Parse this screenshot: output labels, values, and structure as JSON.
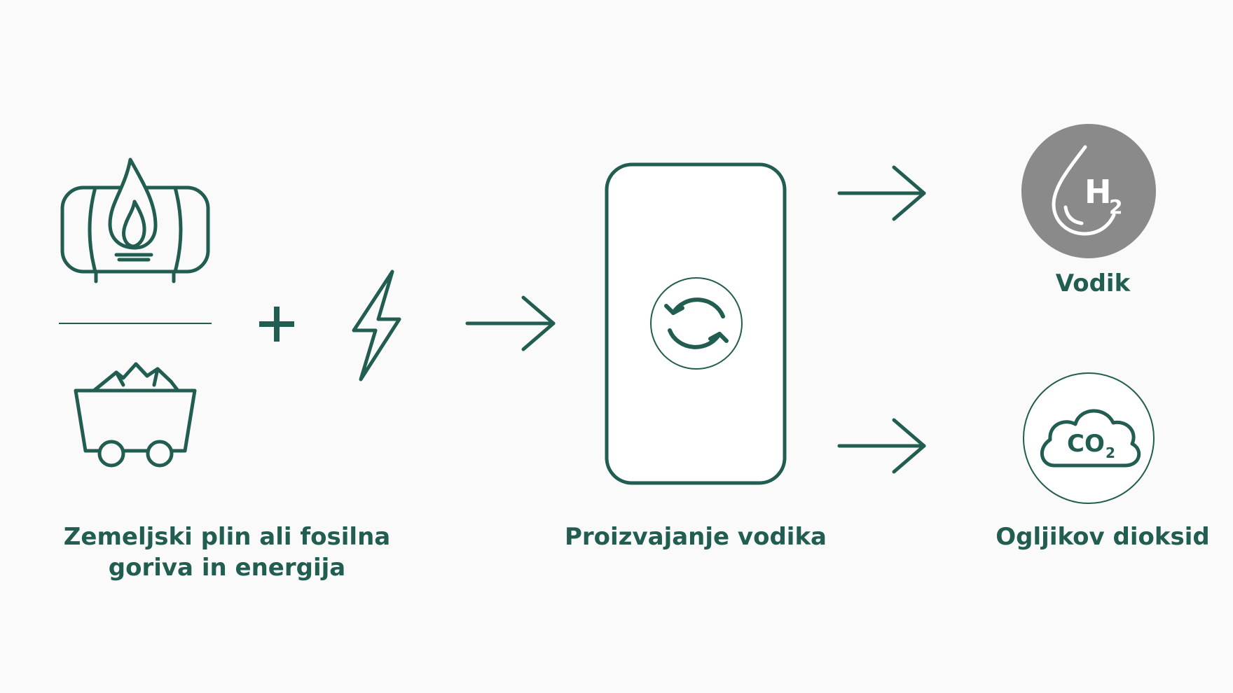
{
  "colors": {
    "background": "#fafafa",
    "stroke": "#215d50",
    "text": "#215d50",
    "hydrogen_badge": "#8a8a8a",
    "box_fill": "#ffffff"
  },
  "labels": {
    "inputs_line1": "Zemeljski plin ali fosilna",
    "inputs_line2": "goriva in energija",
    "production": "Proizvajanje vodika",
    "hydrogen": "Vodik",
    "co2": "Ogljikov dioksid"
  },
  "icon_text": {
    "h2": "H",
    "h2_sub": "2",
    "co2": "CO",
    "co2_sub": "2"
  },
  "icons": [
    "gas-tank-flame-icon",
    "coal-cart-icon",
    "plus-icon",
    "lightning-bolt-icon",
    "arrow-right-icon",
    "hydrogen-production-box",
    "refresh-cycle-icon",
    "hydrogen-drop-icon",
    "co2-cloud-icon"
  ]
}
